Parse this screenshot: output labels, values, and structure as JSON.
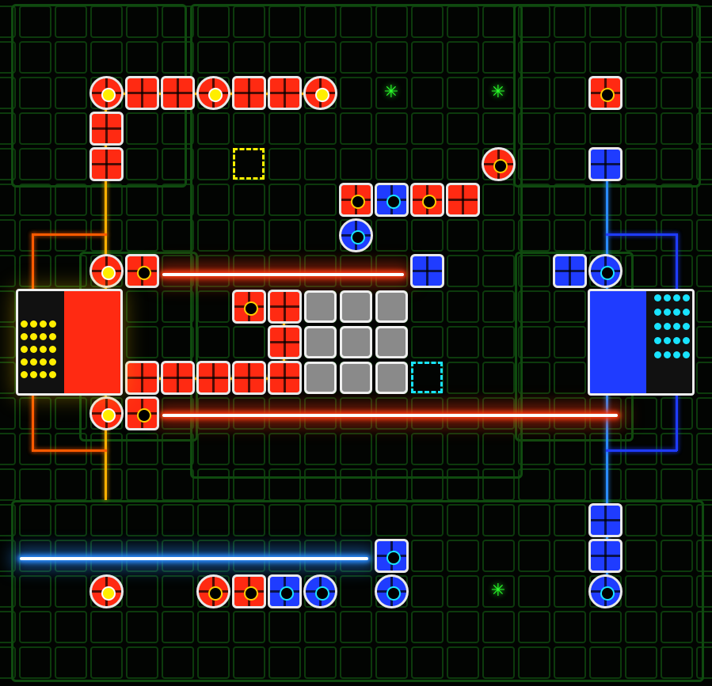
{
  "game": {
    "colors": {
      "background": "#020402",
      "grid": "#0c3a0c",
      "red": "#ff2a12",
      "blue": "#1f3cff",
      "yellow": "#ffee00",
      "cyan": "#19e3ff",
      "green": "#2aff2a",
      "gray": "#8a8a8a",
      "magenta": "#ff33dd",
      "red_laser": "#ff3a10",
      "blue_laser": "#2a8cff"
    },
    "piece_types": [
      "emitter-circle",
      "block",
      "pointer",
      "receiver",
      "goal-star",
      "target-slot",
      "machine"
    ]
  }
}
